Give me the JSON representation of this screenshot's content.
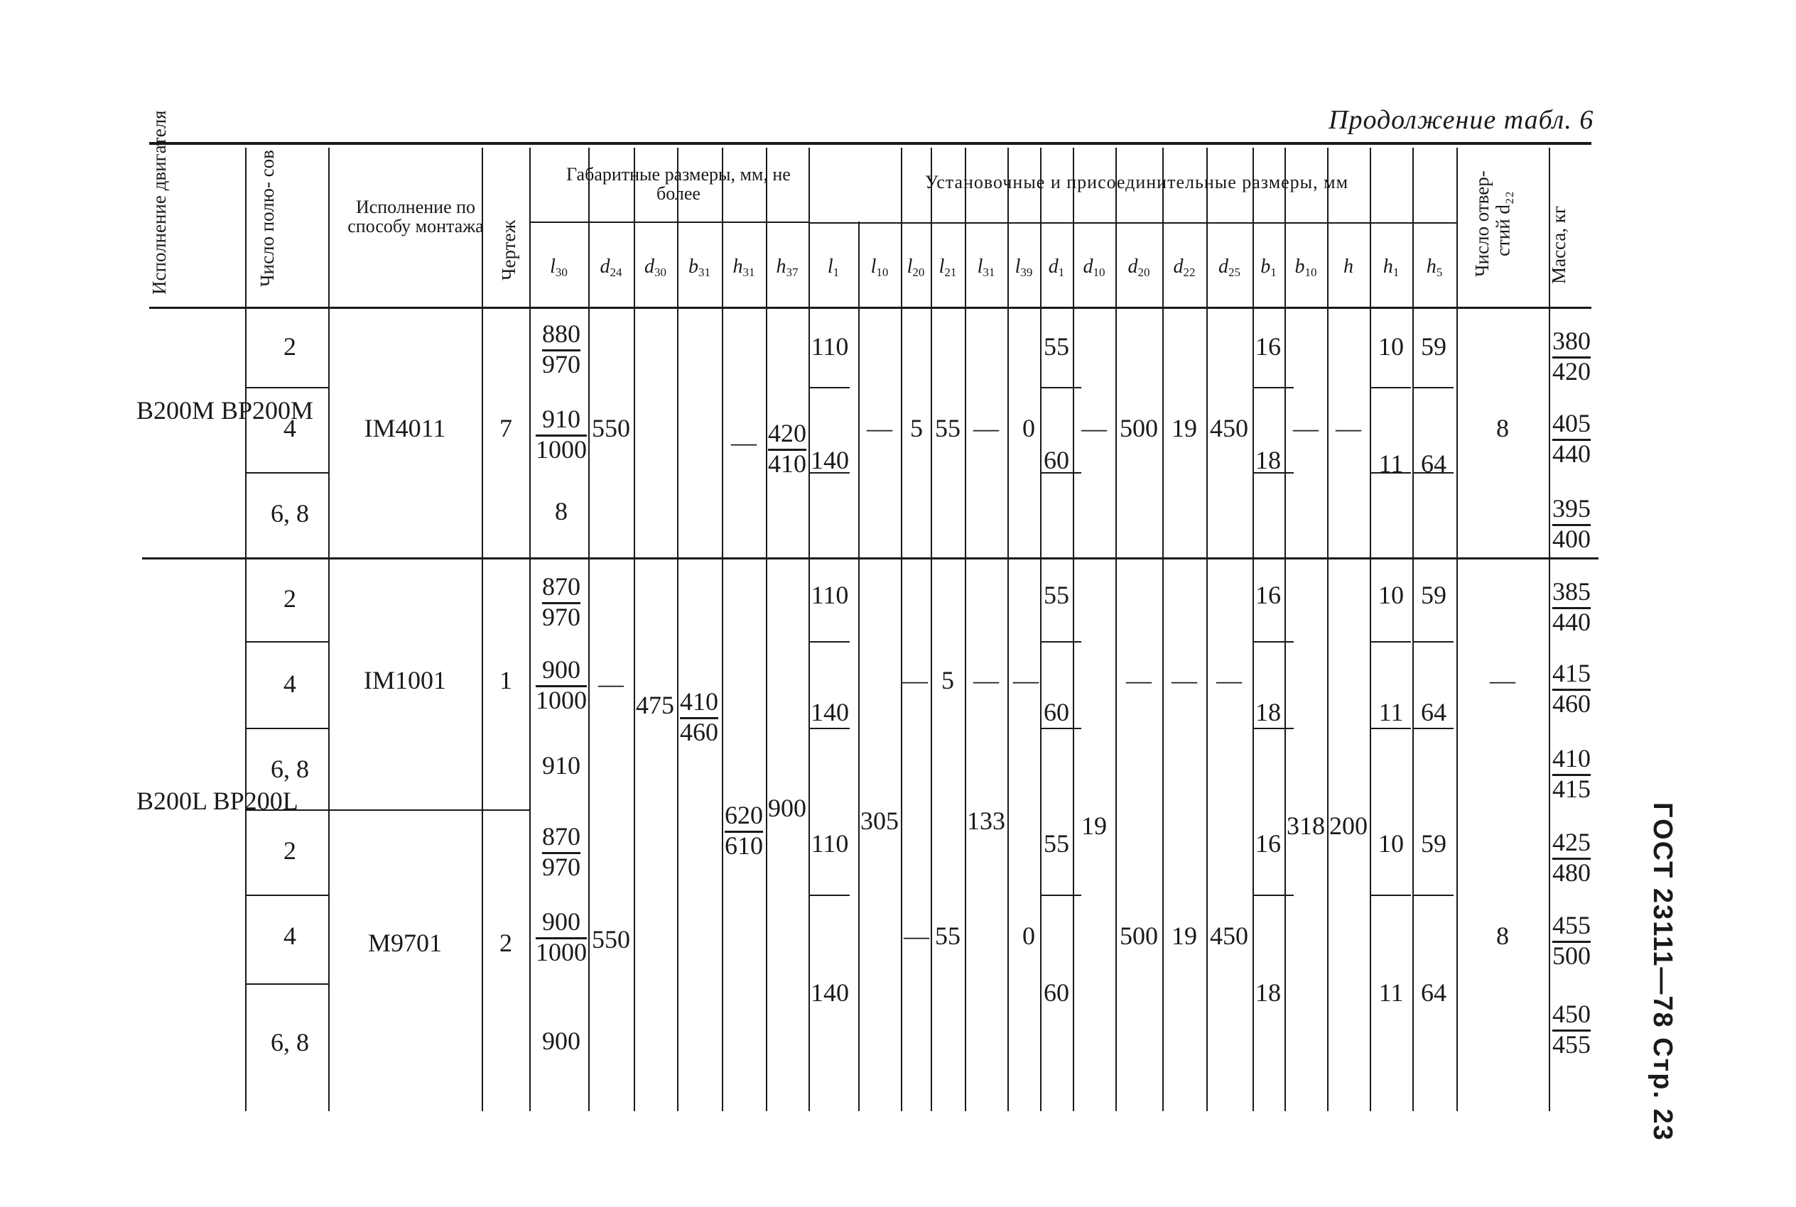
{
  "page_header": "Продолжение табл. 6",
  "side_footer": "ГОСТ 23111—78 Стр. 23",
  "headers": {
    "engine": "Исполнение двигателя",
    "poles": "Число полю- сов",
    "mount": "Исполнение по способу монтажа",
    "drawing": "Чертеж",
    "gab": "Габаритные размеры, мм, не более",
    "inst": "Установочные и присоединительные размеры, мм",
    "holes": "Число отвер- стий d₂₂",
    "mass": "Масса, кг"
  },
  "columns": [
    {
      "s": "l",
      "i": "30"
    },
    {
      "s": "d",
      "i": "24"
    },
    {
      "s": "d",
      "i": "30"
    },
    {
      "s": "b",
      "i": "31"
    },
    {
      "s": "h",
      "i": "31"
    },
    {
      "s": "h",
      "i": "37"
    },
    {
      "s": "l",
      "i": "1"
    },
    {
      "s": "l",
      "i": "10"
    },
    {
      "s": "l",
      "i": "20"
    },
    {
      "s": "l",
      "i": "21"
    },
    {
      "s": "l",
      "i": "31"
    },
    {
      "s": "l",
      "i": "39"
    },
    {
      "s": "d",
      "i": "1"
    },
    {
      "s": "d",
      "i": "10"
    },
    {
      "s": "d",
      "i": "20"
    },
    {
      "s": "d",
      "i": "22"
    },
    {
      "s": "d",
      "i": "25"
    },
    {
      "s": "b",
      "i": "1"
    },
    {
      "s": "b",
      "i": "10"
    },
    {
      "s": "h",
      "i": ""
    },
    {
      "s": "h",
      "i": "1"
    },
    {
      "s": "h",
      "i": "5"
    }
  ],
  "engines": [
    "B200M BP200M",
    "B200L BP200L"
  ],
  "rows_text": [
    {
      "v": "2"
    },
    {
      "v": "4"
    },
    {
      "v": "6, 8"
    },
    {
      "v": "2"
    },
    {
      "v": "4"
    },
    {
      "v": "6, 8"
    },
    {
      "v": "2"
    },
    {
      "v": "4"
    },
    {
      "v": "6, 8"
    },
    {
      "v": "IM4011"
    },
    {
      "v": "IM1001"
    },
    {
      "v": "M9701"
    },
    {
      "v": "7"
    },
    {
      "v": "1"
    },
    {
      "v": "2"
    },
    {
      "v": "550"
    },
    {
      "v": "—"
    },
    {
      "v": "550"
    },
    {
      "v": "475"
    },
    {
      "v": "—"
    },
    {
      "v": "—"
    },
    {
      "v": "110"
    },
    {
      "v": "140"
    },
    {
      "v": "110"
    },
    {
      "v": "140"
    },
    {
      "v": "110"
    },
    {
      "v": "140"
    },
    {
      "v": "—"
    },
    {
      "v": "305"
    },
    {
      "v": "5"
    },
    {
      "v": "—"
    },
    {
      "v": "5"
    },
    {
      "v": "55"
    },
    {
      "v": "—"
    },
    {
      "v": "55"
    },
    {
      "v": "—"
    },
    {
      "v": "—"
    },
    {
      "v": "133"
    },
    {
      "v": "0"
    },
    {
      "v": "—"
    },
    {
      "v": "0"
    },
    {
      "v": "55"
    },
    {
      "v": "60"
    },
    {
      "v": "55"
    },
    {
      "v": "60"
    },
    {
      "v": "55"
    },
    {
      "v": "60"
    },
    {
      "v": "—"
    },
    {
      "v": "19"
    },
    {
      "v": "500"
    },
    {
      "v": "—"
    },
    {
      "v": "500"
    },
    {
      "v": "19"
    },
    {
      "v": "—"
    },
    {
      "v": "19"
    },
    {
      "v": "450"
    },
    {
      "v": "—"
    },
    {
      "v": "450"
    },
    {
      "v": "16"
    },
    {
      "v": "18"
    },
    {
      "v": "16"
    },
    {
      "v": "18"
    },
    {
      "v": "16"
    },
    {
      "v": "18"
    },
    {
      "v": "—"
    },
    {
      "v": "318"
    },
    {
      "v": "—"
    },
    {
      "v": "200"
    },
    {
      "v": "10"
    },
    {
      "v": "11"
    },
    {
      "v": "10"
    },
    {
      "v": "11"
    },
    {
      "v": "10"
    },
    {
      "v": "11"
    },
    {
      "v": "59"
    },
    {
      "v": "64"
    },
    {
      "v": "59"
    },
    {
      "v": "64"
    },
    {
      "v": "59"
    },
    {
      "v": "64"
    },
    {
      "v": "8"
    },
    {
      "v": "—"
    },
    {
      "v": "8"
    },
    {
      "v": "910"
    },
    {
      "v": "900"
    },
    {
      "v": "900"
    },
    {
      "v": "—"
    }
  ],
  "fractions": [
    {
      "n": "880",
      "d": "970"
    },
    {
      "n": "910",
      "d": "1000"
    },
    {
      "n": "870",
      "d": "970"
    },
    {
      "n": "900",
      "d": "1000"
    },
    {
      "n": "870",
      "d": "970"
    },
    {
      "n": "900",
      "d": "1000"
    },
    {
      "n": "420",
      "d": "410"
    },
    {
      "n": "410",
      "d": "460"
    },
    {
      "n": "620",
      "d": "610"
    },
    {
      "n": "380",
      "d": "420"
    },
    {
      "n": "405",
      "d": "440"
    },
    {
      "n": "395",
      "d": "400"
    },
    {
      "n": "385",
      "d": "440"
    },
    {
      "n": "415",
      "d": "460"
    },
    {
      "n": "410",
      "d": "415"
    },
    {
      "n": "425",
      "d": "480"
    },
    {
      "n": "455",
      "d": "500"
    },
    {
      "n": "450",
      "d": "455"
    }
  ]
}
